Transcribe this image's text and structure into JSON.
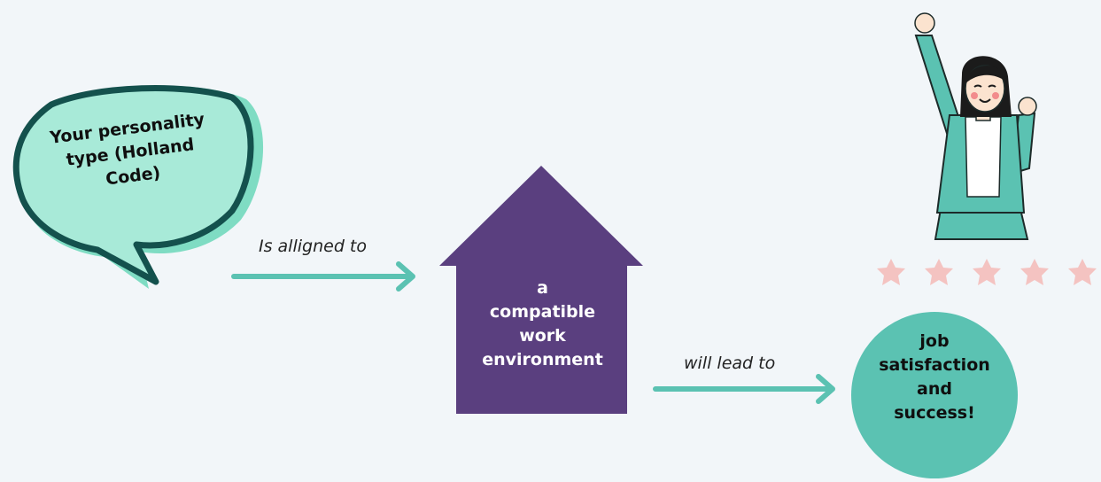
{
  "bubble": {
    "line1": "Your personality",
    "line2": "type (Holland",
    "line3": "Code)"
  },
  "arrow1": {
    "label": "Is alligned to"
  },
  "house": {
    "line1": "a",
    "line2": "compatible",
    "line3": "work",
    "line4": "environment"
  },
  "arrow2": {
    "label": "will lead to"
  },
  "outcome": {
    "line1": "job",
    "line2": "satisfaction",
    "line3": "and",
    "line4": "success!"
  },
  "rating": {
    "stars": 5
  },
  "colors": {
    "background": "#f2f6f9",
    "bubble_fill": "#a8ead8",
    "bubble_shadow": "#7fdcc3",
    "bubble_outline": "#14514d",
    "arrow": "#5bc2b2",
    "house": "#5a3f7f",
    "circle": "#5bc2b2",
    "star": "#f4c3c1"
  },
  "icons": {
    "person": "celebrating-woman-icon",
    "star": "star-icon"
  }
}
